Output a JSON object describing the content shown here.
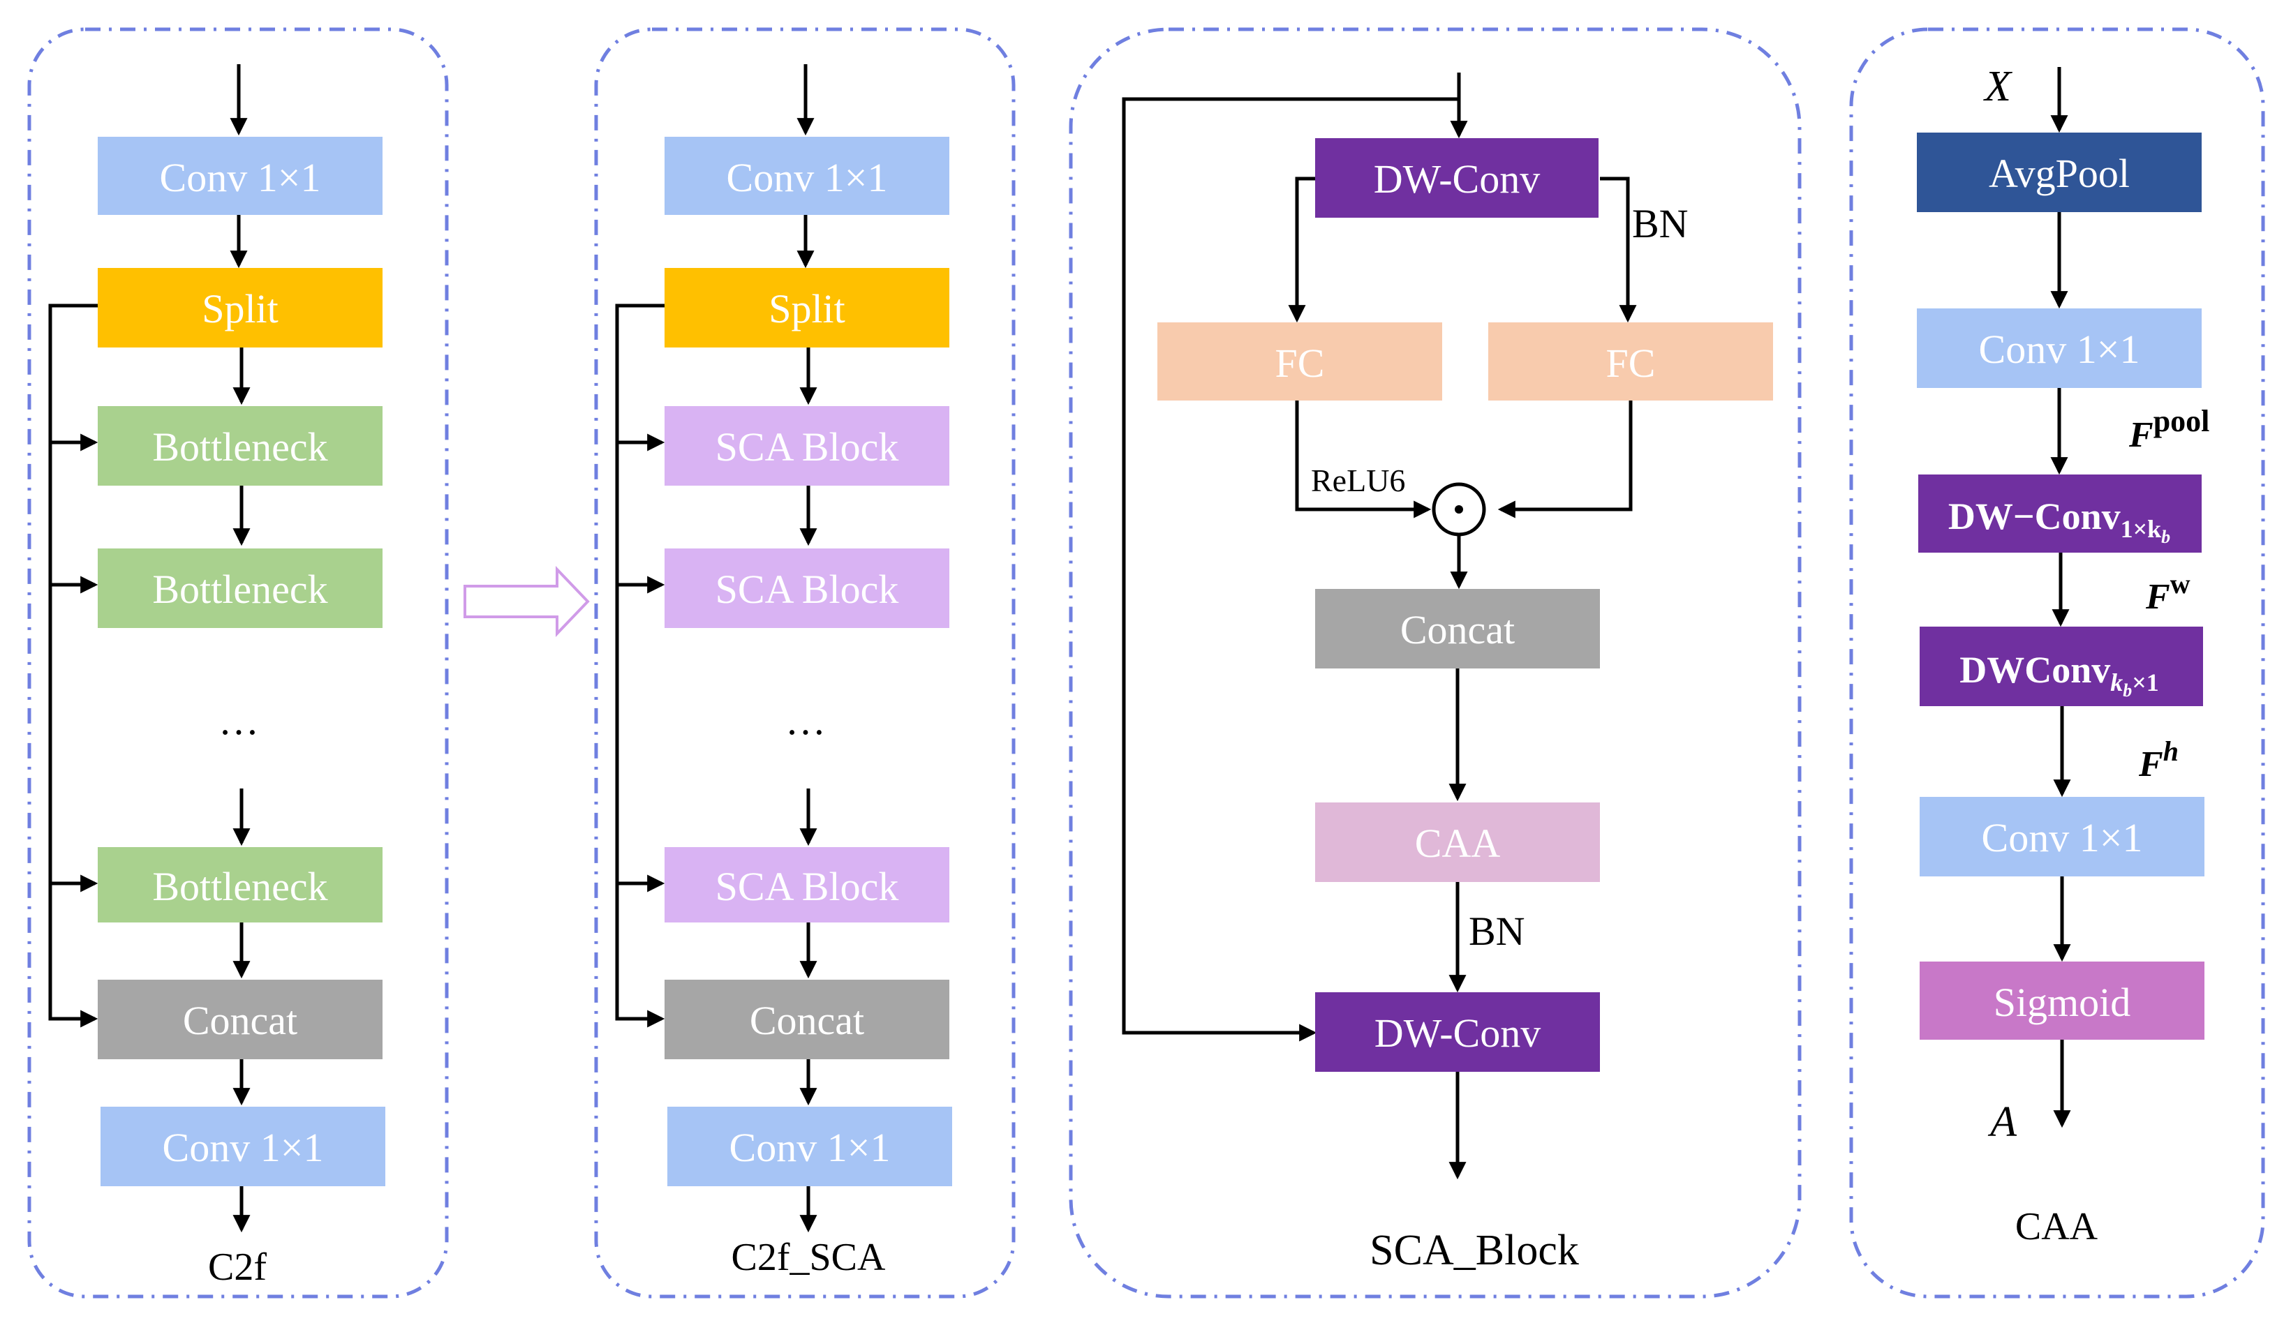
{
  "colors": {
    "conv": "#a6c4f5",
    "split": "#ffc000",
    "bottleneck": "#a9d18e",
    "concat": "#a6a6a6",
    "sca_block": "#d9b3f3",
    "dwconv": "#7030a0",
    "fc": "#f8cbad",
    "caa": "#e0b8d8",
    "avgpool": "#2f5597",
    "sigmoid": "#c878c8",
    "border": "#6f7fe0"
  },
  "panels": [
    {
      "caption": "C2f",
      "blocks": [
        {
          "label": "Conv 1×1",
          "kind": "conv"
        },
        {
          "label": "Split",
          "kind": "split"
        },
        {
          "label": "Bottleneck",
          "kind": "bottleneck"
        },
        {
          "label": "Bottleneck",
          "kind": "bottleneck"
        },
        {
          "label": "Bottleneck",
          "kind": "bottleneck"
        },
        {
          "label": "Concat",
          "kind": "concat"
        },
        {
          "label": "Conv 1×1",
          "kind": "conv"
        }
      ],
      "ellipsis": "…"
    },
    {
      "caption": "C2f_SCA",
      "blocks": [
        {
          "label": "Conv 1×1",
          "kind": "conv"
        },
        {
          "label": "Split",
          "kind": "split"
        },
        {
          "label": "SCA Block",
          "kind": "sca_block"
        },
        {
          "label": "SCA Block",
          "kind": "sca_block"
        },
        {
          "label": "SCA Block",
          "kind": "sca_block"
        },
        {
          "label": "Concat",
          "kind": "concat"
        },
        {
          "label": "Conv 1×1",
          "kind": "conv"
        }
      ],
      "ellipsis": "…"
    },
    {
      "caption": "SCA_Block",
      "blocks": [
        {
          "label": "DW-Conv",
          "kind": "dwconv"
        },
        {
          "label": "FC",
          "kind": "fc"
        },
        {
          "label": "FC",
          "kind": "fc"
        },
        {
          "label": "Concat",
          "kind": "concat"
        },
        {
          "label": "CAA",
          "kind": "caa"
        },
        {
          "label": "DW-Conv",
          "kind": "dwconv"
        }
      ],
      "annotations": {
        "bn_top": "BN",
        "bn_bottom": "BN",
        "relu": "ReLU6",
        "multiply": "⊙"
      }
    },
    {
      "caption": "CAA",
      "blocks": [
        {
          "label": "AvgPool",
          "kind": "avgpool"
        },
        {
          "label": "Conv 1×1",
          "kind": "conv"
        },
        {
          "label": "DW−Conv",
          "sub": "1×k",
          "subsub": "b",
          "kind": "dwconv"
        },
        {
          "label": "DWConv",
          "sub": "k",
          "subsub": "b",
          "sub_tail": "×1",
          "kind": "dwconv"
        },
        {
          "label": "Conv 1×1",
          "kind": "conv"
        },
        {
          "label": "Sigmoid",
          "kind": "sigmoid"
        }
      ],
      "annotations": {
        "input": "X",
        "output": "A",
        "f_pool": {
          "base": "F",
          "sup": "pool"
        },
        "f_w": {
          "base": "F",
          "sup": "w"
        },
        "f_h": {
          "base": "F",
          "sup": "h"
        }
      }
    }
  ]
}
